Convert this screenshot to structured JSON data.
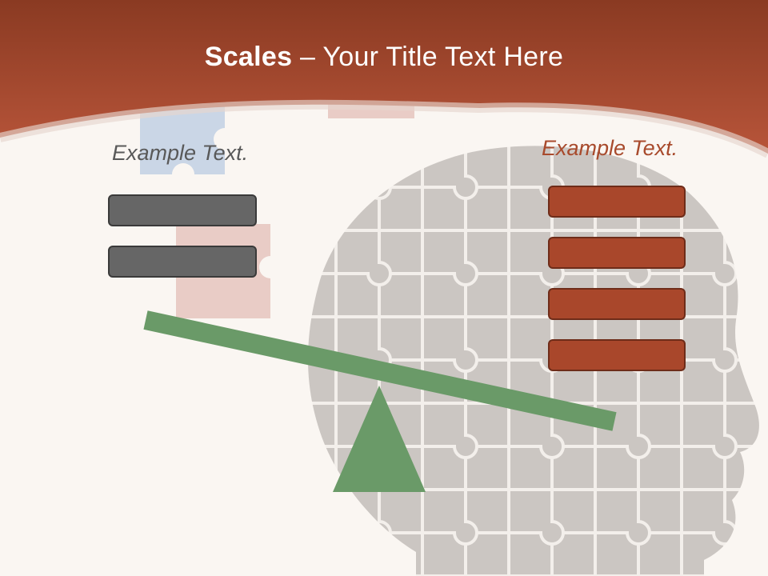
{
  "slide": {
    "title_bold": "Scales",
    "title_rest": " – Your Title Text Here"
  },
  "left": {
    "caption": "Example Text.",
    "box_count": 2
  },
  "right": {
    "caption": "Example Text.",
    "box_count": 4
  },
  "colors": {
    "header": "#b0502f",
    "left_box": "#666666",
    "right_box": "#a9472b",
    "beam": "#6a9a68",
    "fulcrum": "#6a9a68",
    "puzzle_head": "#cbc6c2"
  },
  "icons": [
    "puzzle-head-silhouette",
    "scale-beam",
    "scale-fulcrum"
  ]
}
